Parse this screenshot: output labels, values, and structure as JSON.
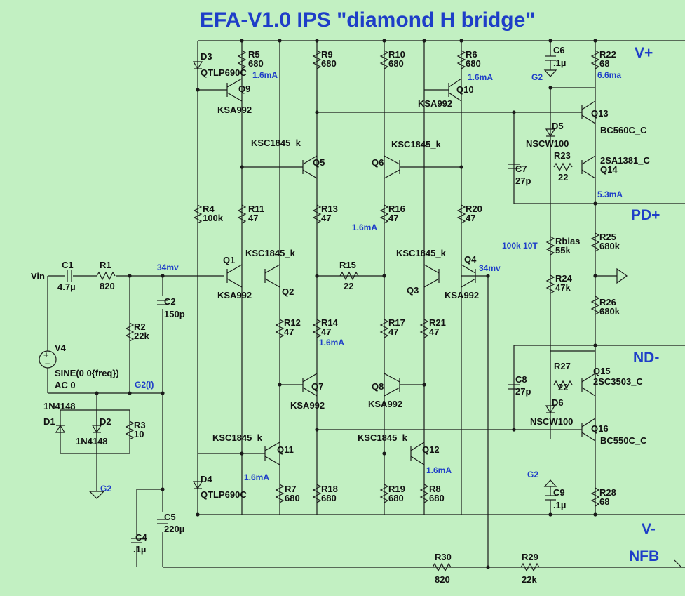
{
  "title": "EFA-V1.0 IPS \"diamond H bridge\"",
  "rails": {
    "vplus": "V+",
    "pdplus": "PD+",
    "ndminus": "ND-",
    "vminus": "V-",
    "nfb": "NFB"
  },
  "net_labels": {
    "vin": "Vin",
    "g2_i": "G2(I)",
    "g2_a": "G2",
    "g2_b": "G2",
    "g2_c": "G2"
  },
  "annotations": {
    "i_r5": "1.6mA",
    "i_r6": "1.6mA",
    "i_r22": "6.6ma",
    "i_r16": "1.6mA",
    "i_r14": "1.6mA",
    "i_q11": "1.6mA",
    "i_q12": "1.6mA",
    "i_q14": "5.3mA",
    "v_in_node": "34mv",
    "v_q4": "34mv",
    "rbias_note": "100k 10T"
  },
  "source": {
    "ref": "V4",
    "line1": "SINE(0 0{freq})",
    "line2": "AC 0"
  },
  "resistors": [
    {
      "ref": "R1",
      "value": "820"
    },
    {
      "ref": "R2",
      "value": "22k"
    },
    {
      "ref": "R3",
      "value": "10"
    },
    {
      "ref": "R4",
      "value": "100k"
    },
    {
      "ref": "R5",
      "value": "680"
    },
    {
      "ref": "R6",
      "value": "680"
    },
    {
      "ref": "R7",
      "value": "680"
    },
    {
      "ref": "R8",
      "value": "680"
    },
    {
      "ref": "R9",
      "value": "680"
    },
    {
      "ref": "R10",
      "value": "680"
    },
    {
      "ref": "R11",
      "value": "47"
    },
    {
      "ref": "R12",
      "value": "47"
    },
    {
      "ref": "R13",
      "value": "47"
    },
    {
      "ref": "R14",
      "value": "47"
    },
    {
      "ref": "R15",
      "value": "22"
    },
    {
      "ref": "R16",
      "value": "47"
    },
    {
      "ref": "R17",
      "value": "47"
    },
    {
      "ref": "R18",
      "value": "680"
    },
    {
      "ref": "R19",
      "value": "680"
    },
    {
      "ref": "R20",
      "value": "47"
    },
    {
      "ref": "R21",
      "value": "47"
    },
    {
      "ref": "R22",
      "value": "68"
    },
    {
      "ref": "R23",
      "value": "22"
    },
    {
      "ref": "R24",
      "value": "47k"
    },
    {
      "ref": "R25",
      "value": "680k"
    },
    {
      "ref": "R26",
      "value": "680k"
    },
    {
      "ref": "R27",
      "value": "22"
    },
    {
      "ref": "R28",
      "value": "68"
    },
    {
      "ref": "R29",
      "value": "22k"
    },
    {
      "ref": "R30",
      "value": "820"
    },
    {
      "ref": "Rbias",
      "value": "55k"
    }
  ],
  "capacitors": [
    {
      "ref": "C1",
      "value": "4.7µ"
    },
    {
      "ref": "C2",
      "value": "150p"
    },
    {
      "ref": "C4",
      "value": ".1µ"
    },
    {
      "ref": "C5",
      "value": "220µ"
    },
    {
      "ref": "C6",
      "value": ".1µ"
    },
    {
      "ref": "C7",
      "value": "27p"
    },
    {
      "ref": "C8",
      "value": "27p"
    },
    {
      "ref": "C9",
      "value": ".1µ"
    }
  ],
  "transistors": [
    {
      "ref": "Q1",
      "part": "KSA992"
    },
    {
      "ref": "Q2",
      "part": "KSC1845_k"
    },
    {
      "ref": "Q3",
      "part": "KSC1845_k"
    },
    {
      "ref": "Q4",
      "part": "KSA992"
    },
    {
      "ref": "Q5",
      "part": "KSC1845_k"
    },
    {
      "ref": "Q6",
      "part": "KSC1845_k"
    },
    {
      "ref": "Q7",
      "part": "KSA992"
    },
    {
      "ref": "Q8",
      "part": "KSA992"
    },
    {
      "ref": "Q9",
      "part": "KSA992"
    },
    {
      "ref": "Q10",
      "part": "KSA992"
    },
    {
      "ref": "Q11",
      "part": "KSC1845_k"
    },
    {
      "ref": "Q12",
      "part": "KSC1845_k"
    },
    {
      "ref": "Q13",
      "part": "BC560C_C"
    },
    {
      "ref": "Q14",
      "part": "2SA1381_C"
    },
    {
      "ref": "Q15",
      "part": "2SC3503_C"
    },
    {
      "ref": "Q16",
      "part": "BC550C_C"
    }
  ],
  "diodes": [
    {
      "ref": "D1",
      "part": "1N4148"
    },
    {
      "ref": "D2",
      "part": "1N4148"
    },
    {
      "ref": "D3",
      "part": "QTLP690C"
    },
    {
      "ref": "D4",
      "part": "QTLP690C"
    },
    {
      "ref": "D5",
      "part": "NSCW100"
    },
    {
      "ref": "D6",
      "part": "NSCW100"
    }
  ]
}
